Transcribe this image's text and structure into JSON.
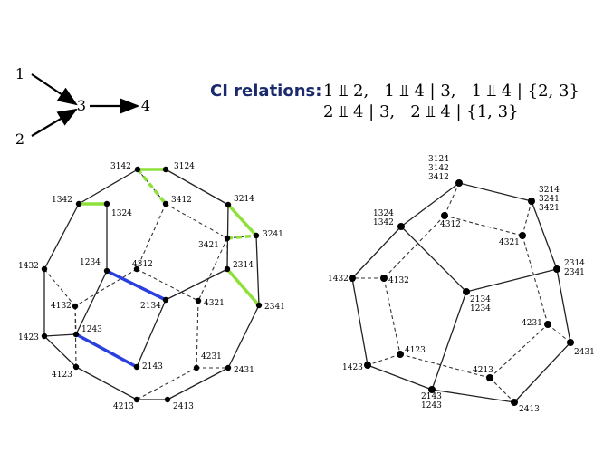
{
  "ci": {
    "title": "CI relations:",
    "line1": "1 ⫫ 2,   1 ⫫ 4 | 3,   1 ⫫ 4 | {2, 3}",
    "line2": "2 ⫫ 4 | 3,   2 ⫫ 4 | {1, 3}"
  },
  "dag": {
    "nodes": [
      "1",
      "2",
      "3",
      "4"
    ],
    "edges": [
      [
        "1",
        "3"
      ],
      [
        "2",
        "3"
      ],
      [
        "3",
        "4"
      ]
    ]
  },
  "left_graph": {
    "vertices": {
      "3142": "3142",
      "3124": "3124",
      "1342": "1342",
      "1324": "1324",
      "3412": "3412",
      "3214": "3214",
      "3241": "3241",
      "3421": "3421",
      "1432": "1432",
      "1234": "1234",
      "4312": "4312",
      "2314": "2314",
      "4132": "4132",
      "2134": "2134",
      "4321": "4321",
      "2341": "2341",
      "1423": "1423",
      "1243": "1243",
      "4123": "4123",
      "2143": "2143",
      "4231": "4231",
      "2431": "2431",
      "4213": "4213",
      "2413": "2413"
    },
    "highlight_green": "#8ee03a",
    "highlight_blue": "#2a3fe0"
  },
  "right_graph": {
    "labels": {
      "a": [
        "3124",
        "3142",
        "3412"
      ],
      "b": [
        "1324",
        "1342"
      ],
      "c": [
        "4312"
      ],
      "d": [
        "3214",
        "3241",
        "3421"
      ],
      "e": [
        "4321"
      ],
      "f": [
        "2314",
        "2341"
      ],
      "g": [
        "1432"
      ],
      "h": [
        "4132"
      ],
      "i": [
        "2134",
        "1234"
      ],
      "j": [
        "4231"
      ],
      "k": [
        "2431"
      ],
      "l": [
        "4123"
      ],
      "m": [
        "1423"
      ],
      "n": [
        "4213"
      ],
      "o": [
        "2143",
        "1243"
      ],
      "p": [
        "2413"
      ]
    }
  }
}
